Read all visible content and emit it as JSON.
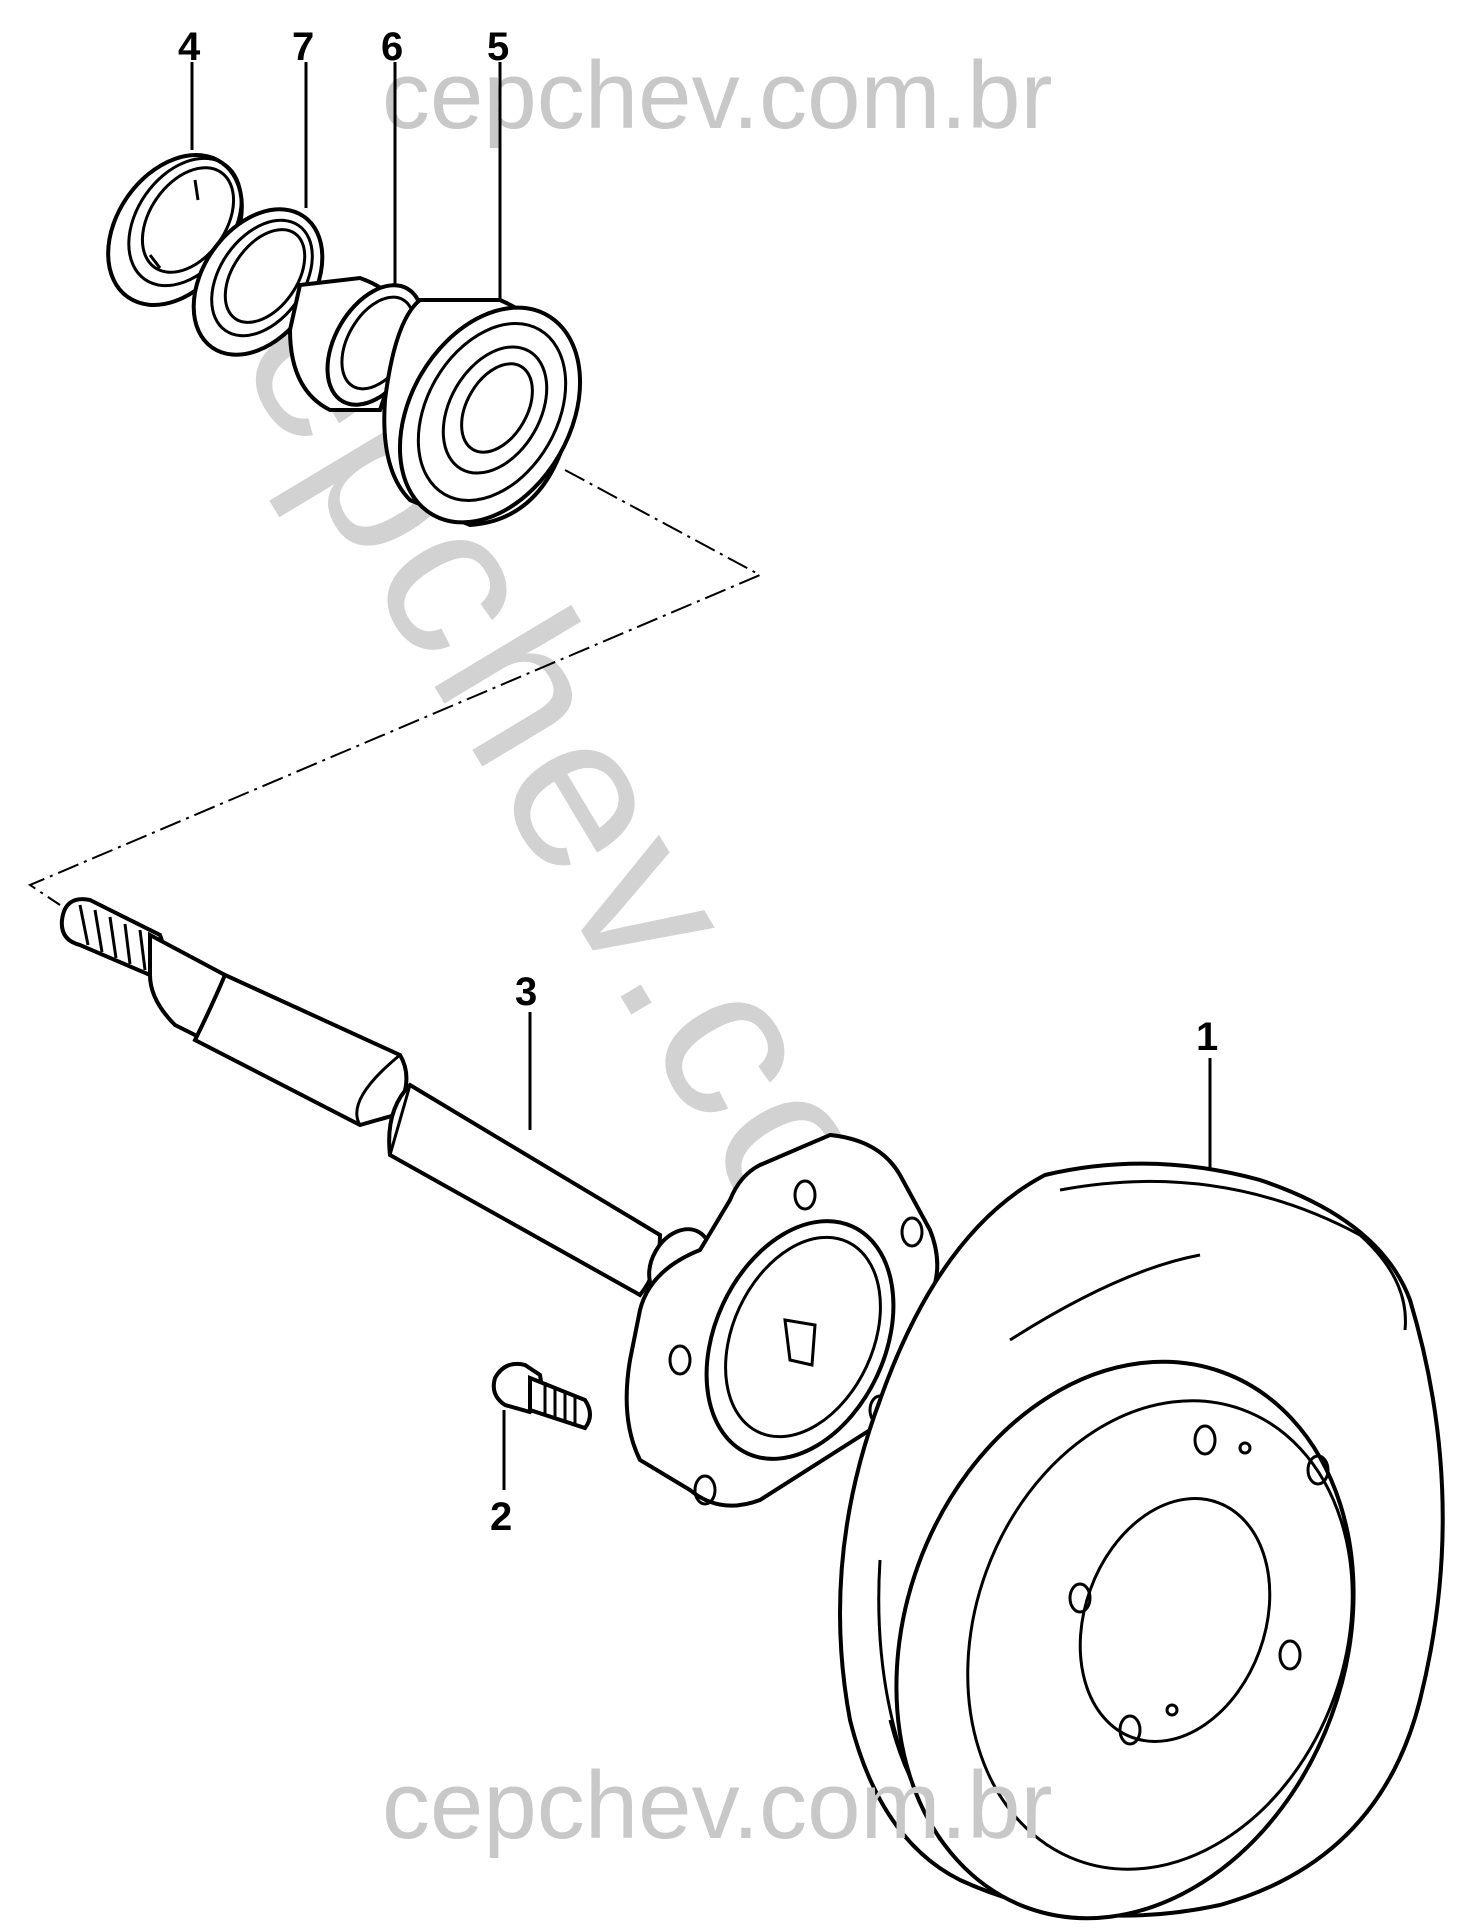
{
  "watermark": {
    "text_top": "cepchev.com.br",
    "text_bottom": "cepchev.com.br",
    "text_diagonal": "cepchev.com.br",
    "color": "#c8c8c8"
  },
  "callouts": {
    "c1": "1",
    "c2": "2",
    "c3": "3",
    "c4": "4",
    "c5": "5",
    "c6": "6",
    "c7": "7"
  }
}
